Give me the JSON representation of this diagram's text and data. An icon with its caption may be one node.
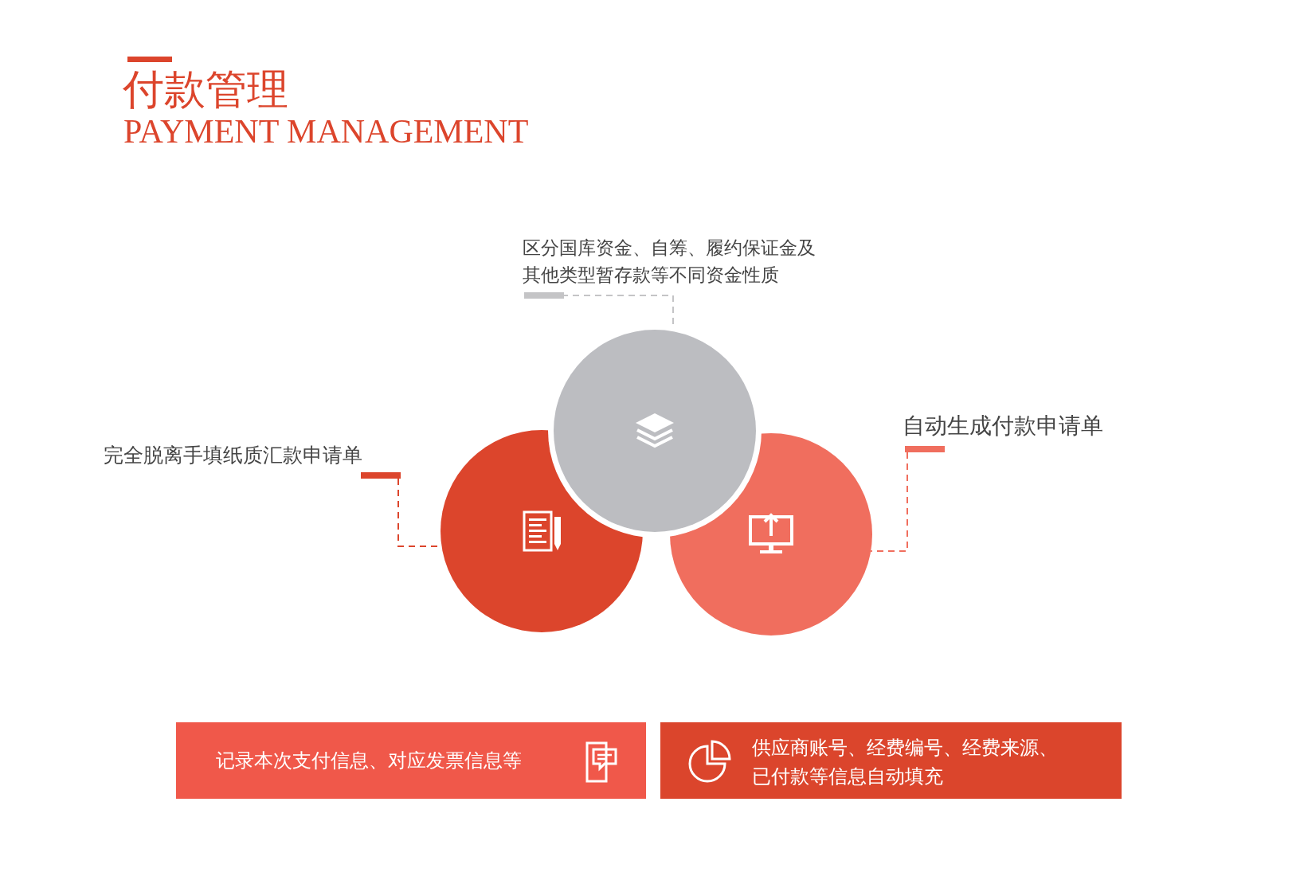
{
  "diagram": {
    "title": "付款管理",
    "nodes": [
      {
        "text": [
          "区分国库资金、自筹、履约保证金及其他类型暂存款等不同资金性质"
        ]
      },
      {
        "text": [],
        "shape": "circle"
      },
      {
        "text": [
          "完全脱离手填纸质汇款申请单"
        ]
      },
      {
        "text": [
          "自动生成付款申请单"
        ]
      },
      {
        "text": [],
        "shape": "circle"
      },
      {
        "text": [],
        "shape": "circle"
      },
      {
        "text": [
          "记录本次支付信息、对应发票信息等"
        ]
      },
      {
        "text": [
          "供应商账号、经费编号、经费来源、已付款等信息自动填充"
        ]
      }
    ],
    "edges": [
      {
        "from": 0,
        "to": 1,
        "arrow": "none",
        "style": "dashed",
        "color": "#c4c4c6"
      },
      {
        "from": 2,
        "to": 4,
        "arrow": "none",
        "style": "dashed",
        "color": "#dc452c"
      },
      {
        "from": 3,
        "to": 5,
        "arrow": "none",
        "style": "dashed",
        "color": "#f06e5e"
      }
    ],
    "labels": [
      "PAYMENT MANAGEMENT"
    ]
  }
}
